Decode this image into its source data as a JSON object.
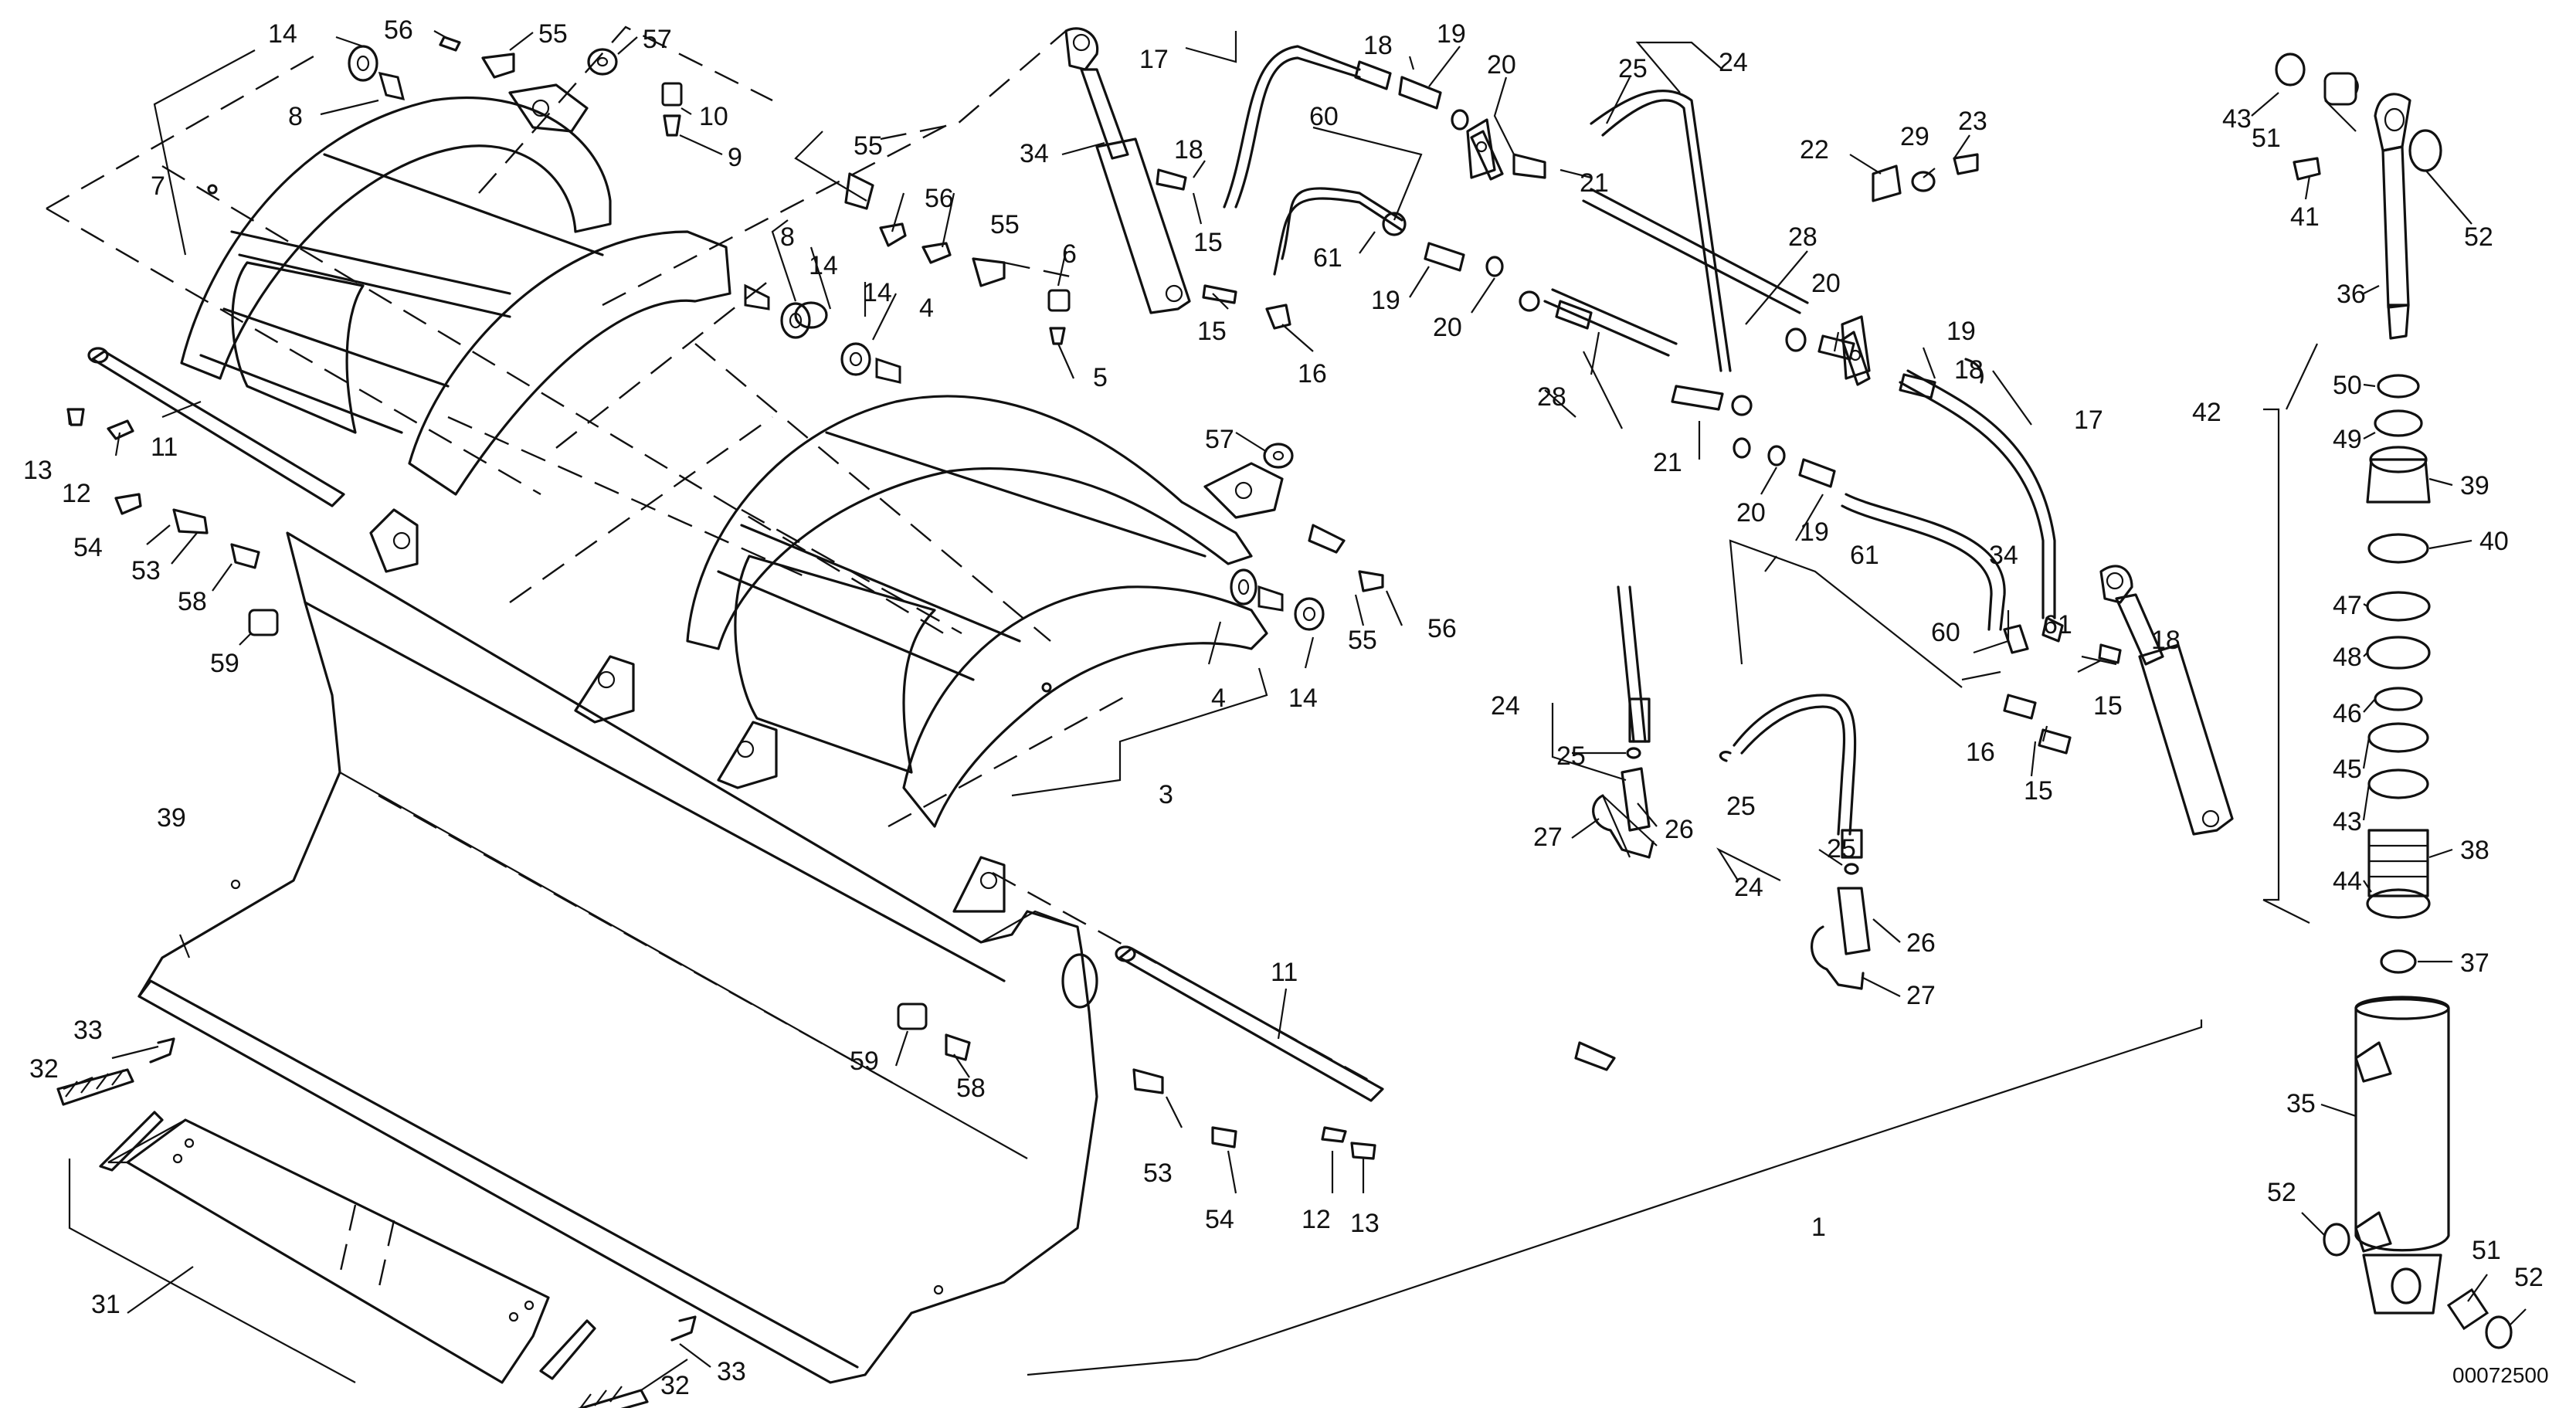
{
  "document_number": "00072500",
  "callouts": [
    {
      "id": "c1",
      "text": "14"
    },
    {
      "id": "c2",
      "text": "56"
    },
    {
      "id": "c3",
      "text": "55"
    },
    {
      "id": "c4",
      "text": "57"
    },
    {
      "id": "c5",
      "text": "8"
    },
    {
      "id": "c6",
      "text": "10"
    },
    {
      "id": "c7",
      "text": "9"
    },
    {
      "id": "c8",
      "text": "7"
    },
    {
      "id": "c9",
      "text": "55"
    },
    {
      "id": "c10",
      "text": "56"
    },
    {
      "id": "c11",
      "text": "55"
    },
    {
      "id": "c12",
      "text": "8"
    },
    {
      "id": "c13",
      "text": "14"
    },
    {
      "id": "c14",
      "text": "6"
    },
    {
      "id": "c15",
      "text": "14"
    },
    {
      "id": "c16",
      "text": "4"
    },
    {
      "id": "c17",
      "text": "5"
    },
    {
      "id": "c18",
      "text": "13"
    },
    {
      "id": "c19",
      "text": "12"
    },
    {
      "id": "c20",
      "text": "11"
    },
    {
      "id": "c21",
      "text": "54"
    },
    {
      "id": "c22",
      "text": "53"
    },
    {
      "id": "c23",
      "text": "58"
    },
    {
      "id": "c24",
      "text": "59"
    },
    {
      "id": "c25",
      "text": "57"
    },
    {
      "id": "c26",
      "text": "55"
    },
    {
      "id": "c27",
      "text": "56"
    },
    {
      "id": "c28",
      "text": "4"
    },
    {
      "id": "c29",
      "text": "14"
    },
    {
      "id": "c30",
      "text": "3"
    },
    {
      "id": "c31",
      "text": "39"
    },
    {
      "id": "c32",
      "text": "11"
    },
    {
      "id": "c33",
      "text": "59"
    },
    {
      "id": "c34",
      "text": "58"
    },
    {
      "id": "c35",
      "text": "53"
    },
    {
      "id": "c36",
      "text": "54"
    },
    {
      "id": "c37",
      "text": "12"
    },
    {
      "id": "c38",
      "text": "13"
    },
    {
      "id": "c39",
      "text": "33"
    },
    {
      "id": "c40",
      "text": "32"
    },
    {
      "id": "c41",
      "text": "31"
    },
    {
      "id": "c42",
      "text": "32"
    },
    {
      "id": "c43",
      "text": "33"
    },
    {
      "id": "c44",
      "text": "1"
    },
    {
      "id": "c45",
      "text": "17"
    },
    {
      "id": "c46",
      "text": "18"
    },
    {
      "id": "c47",
      "text": "19"
    },
    {
      "id": "c48",
      "text": "20"
    },
    {
      "id": "c49",
      "text": "34"
    },
    {
      "id": "c50",
      "text": "18"
    },
    {
      "id": "c51",
      "text": "15"
    },
    {
      "id": "c52",
      "text": "60"
    },
    {
      "id": "c53",
      "text": "61"
    },
    {
      "id": "c54",
      "text": "19"
    },
    {
      "id": "c55",
      "text": "15"
    },
    {
      "id": "c56",
      "text": "16"
    },
    {
      "id": "c57",
      "text": "20"
    },
    {
      "id": "c58",
      "text": "25"
    },
    {
      "id": "c59",
      "text": "24"
    },
    {
      "id": "c60",
      "text": "21"
    },
    {
      "id": "c61",
      "text": "22"
    },
    {
      "id": "c62",
      "text": "29"
    },
    {
      "id": "c63",
      "text": "23"
    },
    {
      "id": "c64",
      "text": "28"
    },
    {
      "id": "c65",
      "text": "20"
    },
    {
      "id": "c66",
      "text": "28"
    },
    {
      "id": "c67",
      "text": "19"
    },
    {
      "id": "c68",
      "text": "18"
    },
    {
      "id": "c69",
      "text": "17"
    },
    {
      "id": "c70",
      "text": "21"
    },
    {
      "id": "c71",
      "text": "20"
    },
    {
      "id": "c72",
      "text": "19"
    },
    {
      "id": "c73",
      "text": "61"
    },
    {
      "id": "c74",
      "text": "60"
    },
    {
      "id": "c75",
      "text": "61"
    },
    {
      "id": "c76",
      "text": "18"
    },
    {
      "id": "c77",
      "text": "34"
    },
    {
      "id": "c78",
      "text": "15"
    },
    {
      "id": "c79",
      "text": "16"
    },
    {
      "id": "c80",
      "text": "15"
    },
    {
      "id": "c81",
      "text": "24"
    },
    {
      "id": "c82",
      "text": "25"
    },
    {
      "id": "c83",
      "text": "27"
    },
    {
      "id": "c84",
      "text": "26"
    },
    {
      "id": "c85",
      "text": "25"
    },
    {
      "id": "c86",
      "text": "24"
    },
    {
      "id": "c87",
      "text": "25"
    },
    {
      "id": "c88",
      "text": "26"
    },
    {
      "id": "c89",
      "text": "27"
    },
    {
      "id": "c90",
      "text": "43"
    },
    {
      "id": "c91",
      "text": "51"
    },
    {
      "id": "c92",
      "text": "52"
    },
    {
      "id": "c93",
      "text": "41"
    },
    {
      "id": "c94",
      "text": "36"
    },
    {
      "id": "c95",
      "text": "42"
    },
    {
      "id": "c96",
      "text": "50"
    },
    {
      "id": "c97",
      "text": "49"
    },
    {
      "id": "c98",
      "text": "39"
    },
    {
      "id": "c99",
      "text": "40"
    },
    {
      "id": "c100",
      "text": "47"
    },
    {
      "id": "c101",
      "text": "48"
    },
    {
      "id": "c102",
      "text": "46"
    },
    {
      "id": "c103",
      "text": "45"
    },
    {
      "id": "c104",
      "text": "43"
    },
    {
      "id": "c105",
      "text": "38"
    },
    {
      "id": "c106",
      "text": "44"
    },
    {
      "id": "c107",
      "text": "37"
    },
    {
      "id": "c108",
      "text": "35"
    },
    {
      "id": "c109",
      "text": "52"
    },
    {
      "id": "c110",
      "text": "51"
    },
    {
      "id": "c111",
      "text": "52"
    }
  ]
}
